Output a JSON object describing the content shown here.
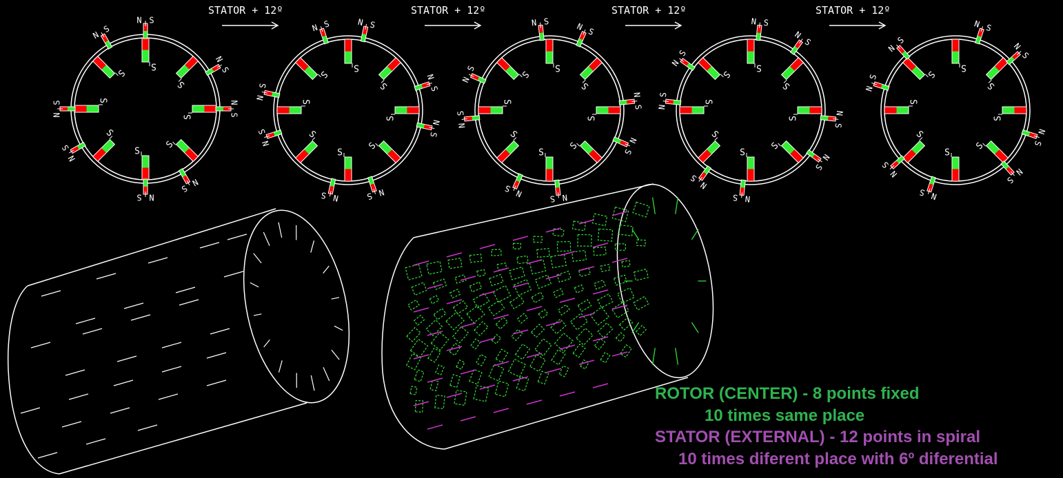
{
  "arrow_label": "STATOR + 12º",
  "pole_labels": {
    "north": "N",
    "south": "S"
  },
  "legend": {
    "rotor_line1": "ROTOR (CENTER)  - 8 points fixed",
    "rotor_line2": "10 times same place",
    "stator_line1": "STATOR (EXTERNAL) - 12 points in spiral",
    "stator_line2": "10 times diferent place with 6º diferential"
  },
  "diagram": {
    "rotor_magnets": 8,
    "stator_magnets": 12,
    "stator_step_deg": 12,
    "stages": 5,
    "repetitions": 10,
    "spiral_differential_deg": 6
  },
  "colors": {
    "background": "#000000",
    "lines": "#ffffff",
    "magnet_north": "#ff0000",
    "magnet_south": "#33ee33",
    "rotor_text": "#2fb34f",
    "stator_text": "#a24fb0",
    "rotor_dash": "#33dd33",
    "stator_dash": "#cc33cc"
  }
}
